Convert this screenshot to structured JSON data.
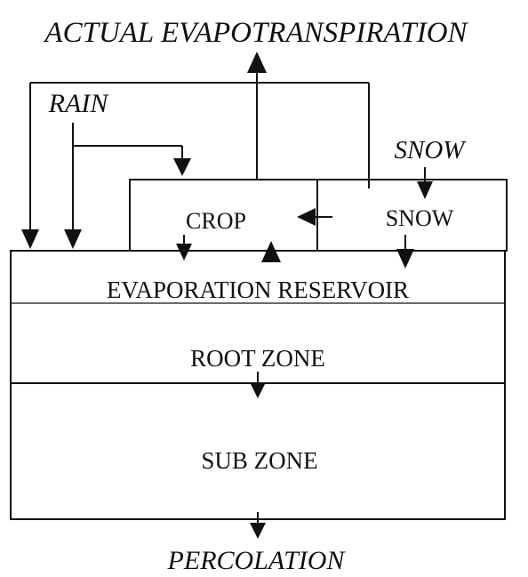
{
  "labels": {
    "actual_et": "ACTUAL EVAPOTRANSPIRATION",
    "rain": "RAIN",
    "snow_input": "SNOW",
    "crop": "CROP",
    "snow_store": "SNOW",
    "evap_reservoir": "EVAPORATION RESERVOIR",
    "root_zone": "ROOT ZONE",
    "sub_zone": "SUB ZONE",
    "percolation": "PERCOLATION"
  }
}
